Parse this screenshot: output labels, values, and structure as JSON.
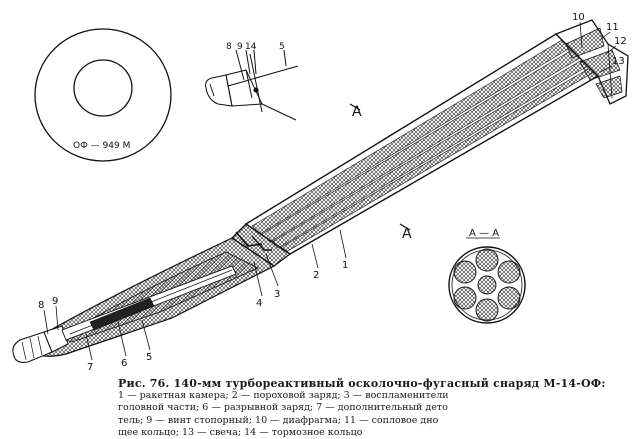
{
  "figure": {
    "caption": "Рис. 76. 140-мм турбореактивный осколочно-фугасный снаряд М-14-ОФ:",
    "legend_lines": [
      "1 — ракетная камера; 2 — пороховой заряд; 3 — воспламенители",
      "головной части; 6 — разрывной заряд; 7 — дополнительный дето",
      "тель; 9 — винт стопорный; 10 — диафрагма; 11 — сопловое дно",
      "щее кольцо; 13 — свеча; 14 — тормозное кольцо"
    ],
    "disc_label": "ОФ — 949 М",
    "section_label": "А — А",
    "marker_a_upper": "А",
    "marker_a_lower": "А",
    "numbers": {
      "n1": "1",
      "n2": "2",
      "n3": "3",
      "n4": "4",
      "n5": "5",
      "n6": "6",
      "n7": "7",
      "n8": "8",
      "n9": "9",
      "n10": "10",
      "n11": "11",
      "n12": "12",
      "n13": "13"
    },
    "inset_numbers": {
      "i8": "8",
      "i9": "9",
      "i14": "14",
      "i5": "5"
    }
  }
}
